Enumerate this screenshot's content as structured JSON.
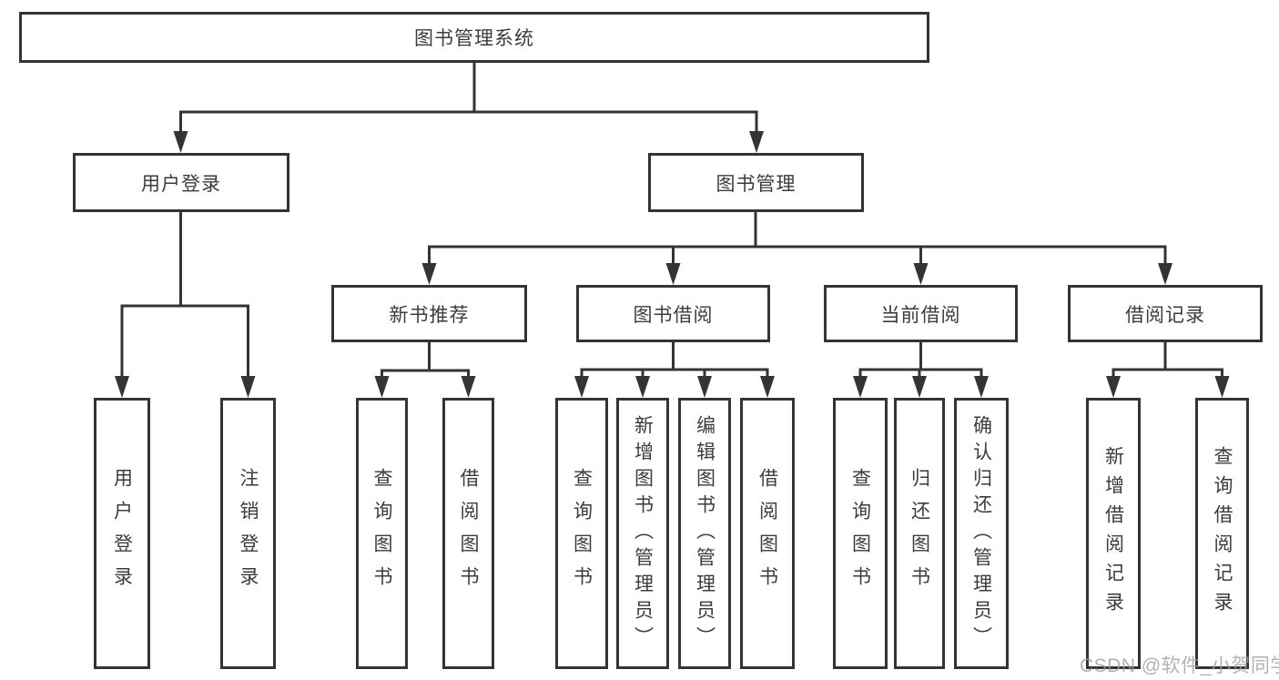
{
  "nodes": {
    "root": "图书管理系统",
    "user_login": "用户登录",
    "book_management": "图书管理",
    "new_book_recommend": "新书推荐",
    "book_borrow": "图书借阅",
    "current_borrow": "当前借阅",
    "borrow_records": "借阅记录"
  },
  "leaves": {
    "user_login": [
      "用户登录",
      "注销登录"
    ],
    "new_book_recommend": [
      "查询图书",
      "借阅图书"
    ],
    "book_borrow": [
      "查询图书",
      "新增图书（管理员）",
      "编辑图书（管理员）",
      "借阅图书"
    ],
    "current_borrow": [
      "查询图书",
      "归还图书",
      "确认归还（管理员）"
    ],
    "borrow_records": [
      "新增借阅记录",
      "查询借阅记录"
    ]
  },
  "watermark": "CSDN @软件_小贺同学",
  "colors": {
    "line": "#343434",
    "text": "#3a3c3e",
    "watermark": "#9f9f9f",
    "background": "#ffffff"
  }
}
